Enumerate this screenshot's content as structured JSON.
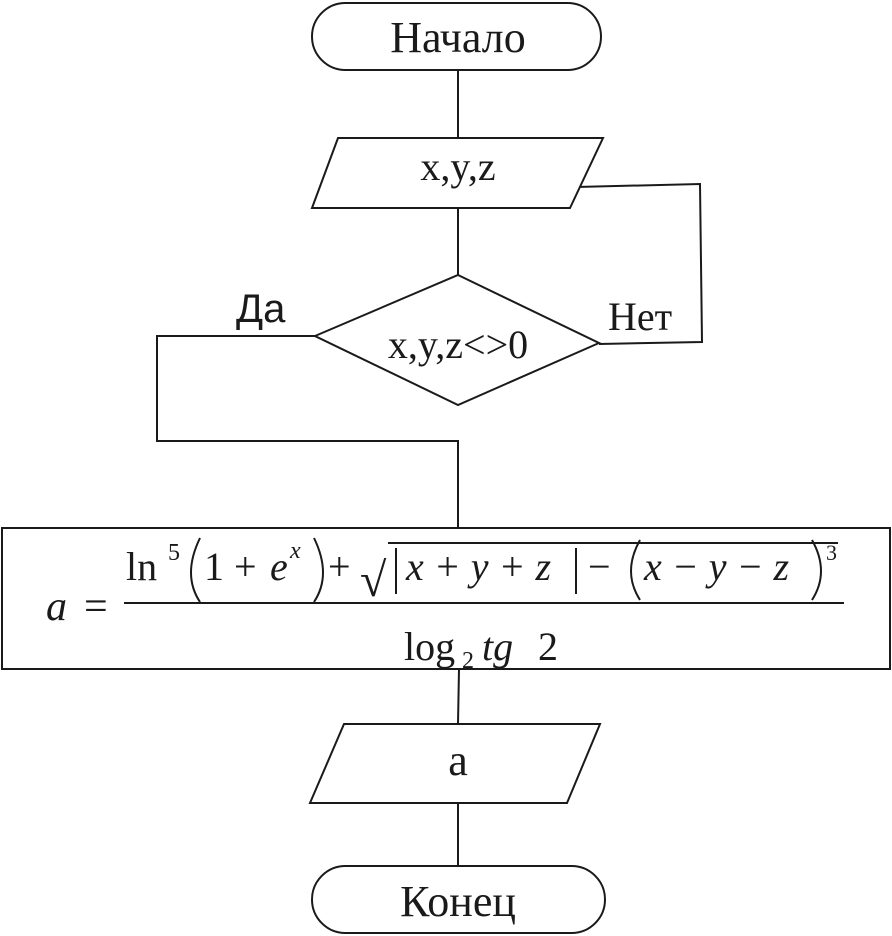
{
  "diagram": {
    "start_label": "Начало",
    "input_label": "x,y,z",
    "decision_label": "x,y,z<>0",
    "yes_label": "Да",
    "no_label": "Нет",
    "formula": {
      "lhs": "a",
      "equals": "=",
      "ln": "ln",
      "ln_power": "5",
      "one_plus": "1 +",
      "e": "e",
      "e_power": "x",
      "plus": "+",
      "radical": "√",
      "abs_content": "x + y + z",
      "minus": "−",
      "cube_content": "x − y − z",
      "cube_power": "3",
      "log": "log",
      "log_base": "2",
      "tg": "tg",
      "tg_arg": "2"
    },
    "output_label": "a",
    "end_label": "Конец"
  }
}
